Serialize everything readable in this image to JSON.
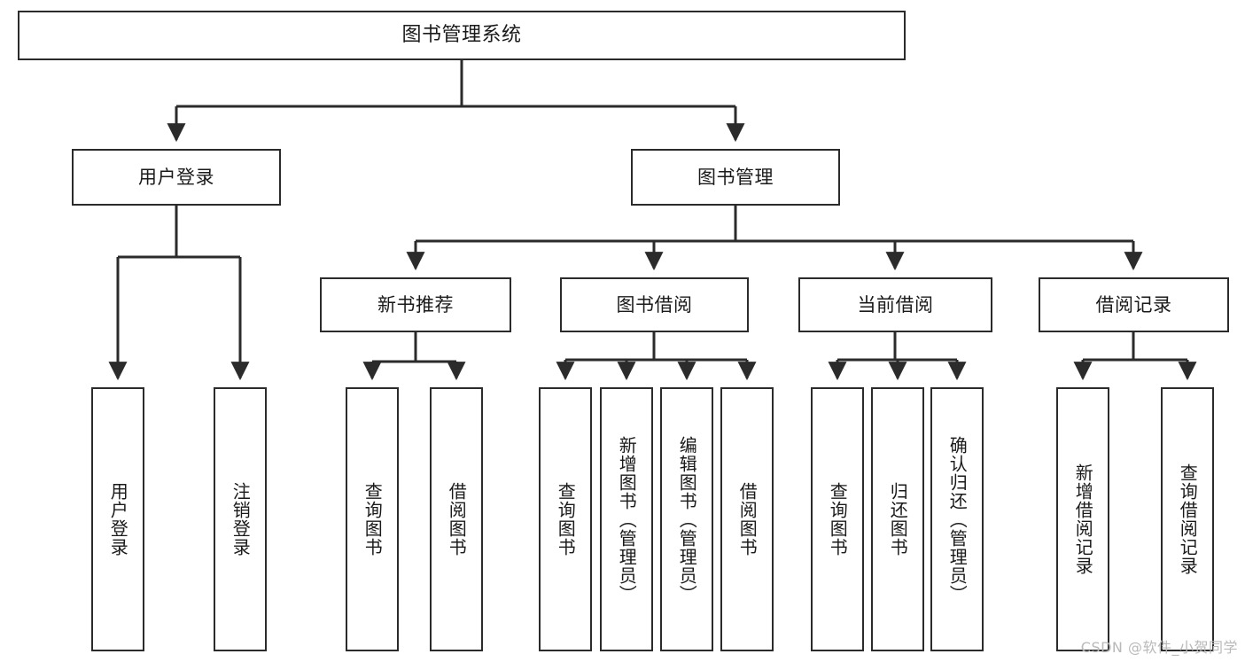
{
  "diagram": {
    "title": "图书管理系统",
    "type": "hierarchy-tree",
    "watermark": "CSDN @软件_小贺同学",
    "colors": {
      "box_border": "#2b2b2b",
      "box_fill": "#ffffff",
      "connector": "#2b2b2b",
      "text": "#1a1a1a",
      "watermark": "#b9b9b9",
      "background": "#ffffff"
    },
    "nodes": {
      "root": {
        "label": "图书管理系统",
        "level": 0,
        "orientation": "horizontal"
      },
      "l1": [
        {
          "id": "user-login",
          "label": "用户登录",
          "level": 1,
          "orientation": "horizontal"
        },
        {
          "id": "book-management",
          "label": "图书管理",
          "level": 1,
          "orientation": "horizontal"
        }
      ],
      "l2": [
        {
          "id": "new-book-recommend",
          "label": "新书推荐",
          "level": 2,
          "orientation": "horizontal"
        },
        {
          "id": "book-borrow",
          "label": "图书借阅",
          "level": 2,
          "orientation": "horizontal"
        },
        {
          "id": "current-borrow",
          "label": "当前借阅",
          "level": 2,
          "orientation": "horizontal"
        },
        {
          "id": "borrow-record",
          "label": "借阅记录",
          "level": 2,
          "orientation": "horizontal"
        }
      ],
      "leaves": [
        {
          "id": "leaf-user-login",
          "label": "用户登录",
          "parent": "user-login",
          "orientation": "vertical"
        },
        {
          "id": "leaf-user-logout",
          "label": "注销登录",
          "parent": "user-login",
          "orientation": "vertical"
        },
        {
          "id": "leaf-query-book-1",
          "label": "查询图书",
          "parent": "new-book-recommend",
          "orientation": "vertical"
        },
        {
          "id": "leaf-borrow-book-1",
          "label": "借阅图书",
          "parent": "new-book-recommend",
          "orientation": "vertical"
        },
        {
          "id": "leaf-query-book-2",
          "label": "查询图书",
          "parent": "book-borrow",
          "orientation": "vertical"
        },
        {
          "id": "leaf-add-book",
          "label": "新增图书（管理员）",
          "parent": "book-borrow",
          "orientation": "vertical"
        },
        {
          "id": "leaf-edit-book",
          "label": "编辑图书（管理员）",
          "parent": "book-borrow",
          "orientation": "vertical"
        },
        {
          "id": "leaf-borrow-book-2",
          "label": "借阅图书",
          "parent": "book-borrow",
          "orientation": "vertical"
        },
        {
          "id": "leaf-query-book-3",
          "label": "查询图书",
          "parent": "current-borrow",
          "orientation": "vertical"
        },
        {
          "id": "leaf-return-book",
          "label": "归还图书",
          "parent": "current-borrow",
          "orientation": "vertical"
        },
        {
          "id": "leaf-confirm-return",
          "label": "确认归还（管理员）",
          "parent": "current-borrow",
          "orientation": "vertical"
        },
        {
          "id": "leaf-add-record",
          "label": "新增借阅记录",
          "parent": "borrow-record",
          "orientation": "vertical"
        },
        {
          "id": "leaf-query-record",
          "label": "查询借阅记录",
          "parent": "borrow-record",
          "orientation": "vertical"
        }
      ]
    }
  }
}
